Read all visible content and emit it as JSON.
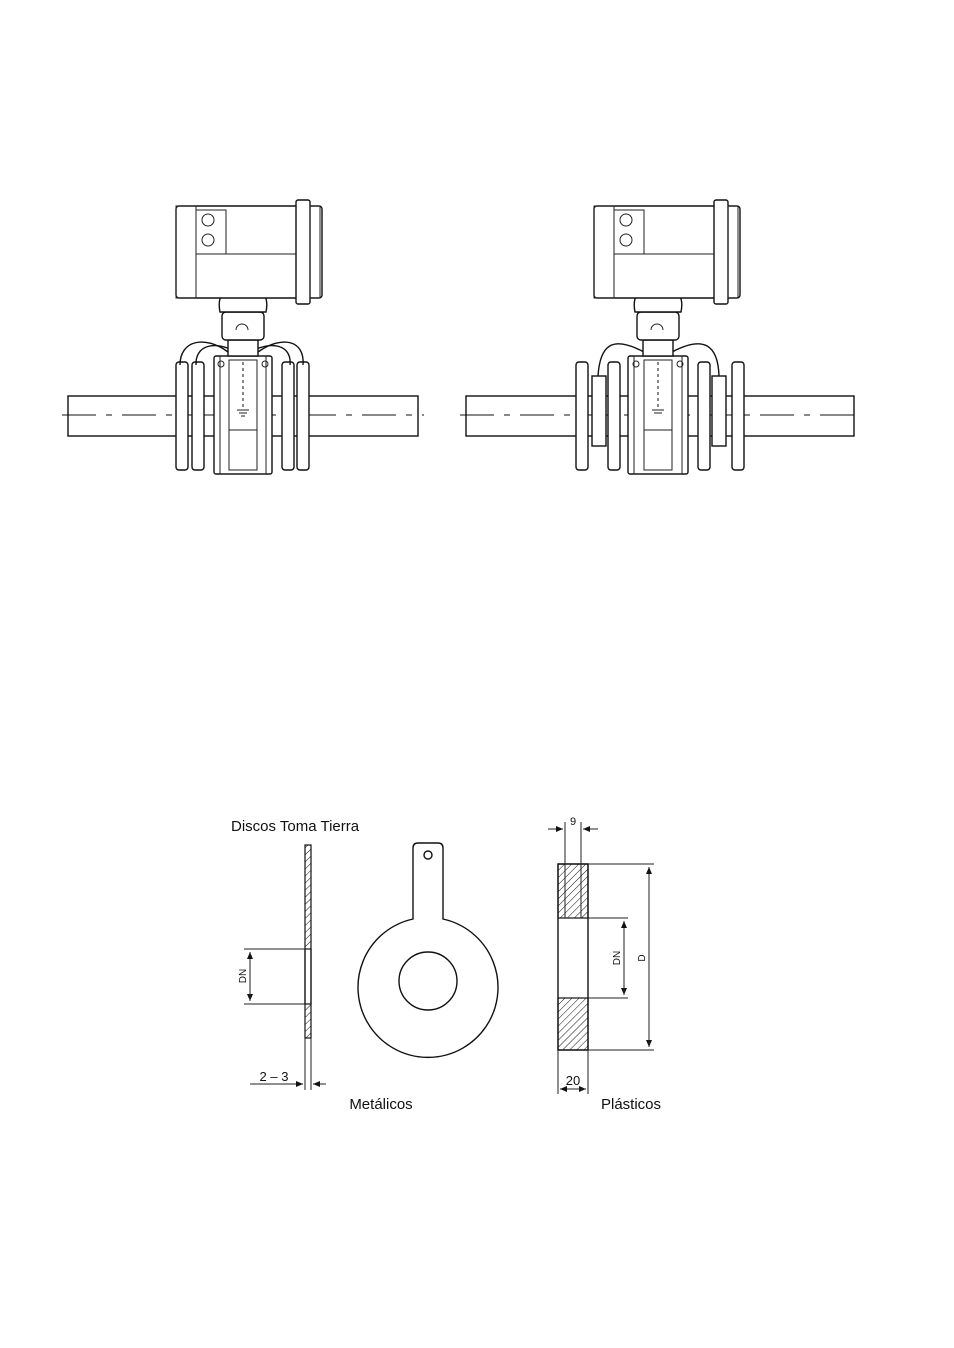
{
  "section_title": "Discos Toma Tierra",
  "metal_label": "Metálicos",
  "plastic_label": "Plásticos",
  "dim_dn_metal": "DN",
  "dim_thickness_metal": "2 – 3",
  "dim_top_plastic": "9",
  "dim_dn_plastic": "DN",
  "dim_d_plastic": "D",
  "dim_thickness_plastic": "20"
}
